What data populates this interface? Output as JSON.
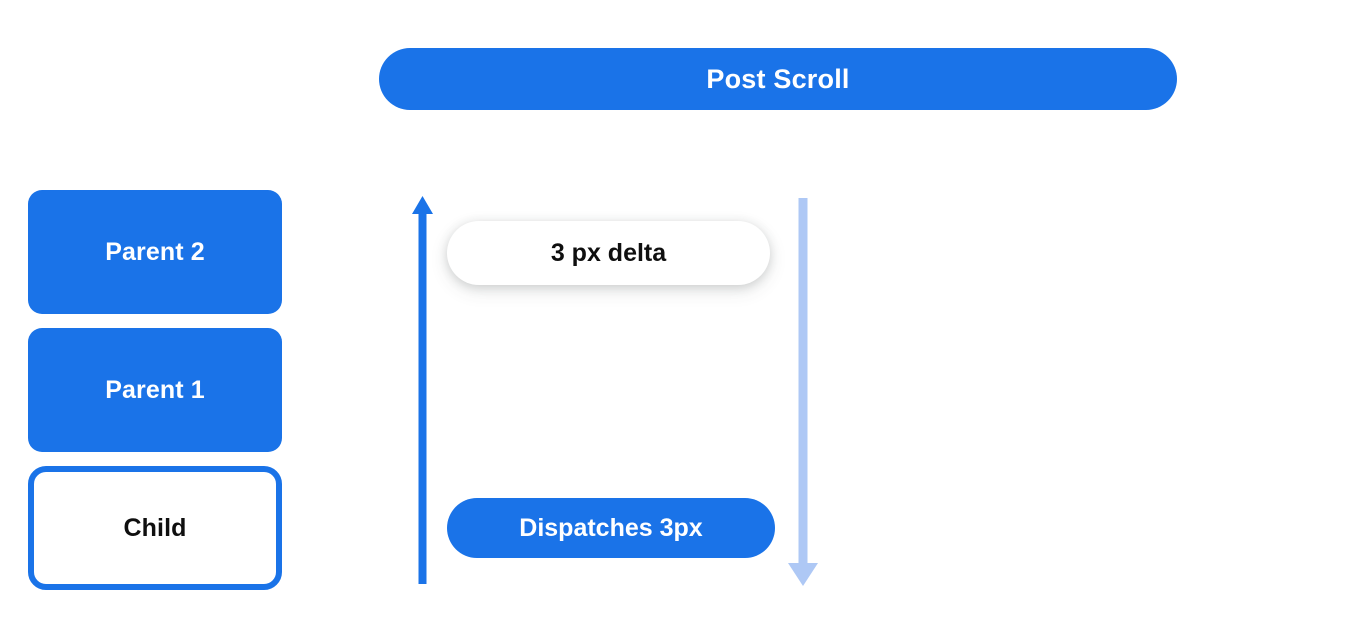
{
  "banner": {
    "title": "Post Scroll"
  },
  "node_stack": {
    "boxes": [
      {
        "label": "Parent 2",
        "style": "filled"
      },
      {
        "label": "Parent 1",
        "style": "filled"
      },
      {
        "label": "Child",
        "style": "outlined"
      }
    ]
  },
  "flow": {
    "delta_pill": "3 px delta",
    "dispatch_pill": "Dispatches 3px",
    "up_arrow": "arrow-up-icon",
    "down_arrow": "arrow-down-icon"
  },
  "colors": {
    "accent_blue": "#1a73e8",
    "light_blue": "#aec8f5",
    "text_dark": "#0f0f0f",
    "text_light": "#ffffff",
    "background": "#ffffff"
  }
}
